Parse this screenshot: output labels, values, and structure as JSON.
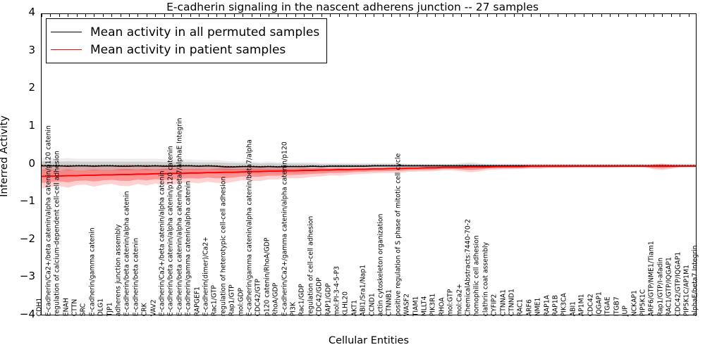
{
  "chart_data": {
    "type": "line",
    "title": "E-cadherin signaling in the nascent adherens junction -- 27 samples",
    "xlabel": "Cellular Entities",
    "ylabel": "Inferred Activity",
    "ylim": [
      -4,
      4
    ],
    "yticks": [
      "-4",
      "-3",
      "-2",
      "-1",
      "0",
      "1",
      "2",
      "3",
      "4"
    ],
    "grid": false,
    "legend_position": "upper left",
    "legend": [
      {
        "label": "Mean activity in all permuted samples",
        "color": "#000000"
      },
      {
        "label": "Mean activity in patient samples",
        "color": "#ff0000"
      }
    ],
    "categories": [
      "CDH1",
      "E-cadherin/Ca2+/beta catenin/alpha catenin/p120 catenin",
      "regulation of calcium-dependent cell-cell adhesion",
      "ENAH",
      "CTTN",
      "SRC",
      "E-cadherin/gamma catenin",
      "DLG1",
      "TJP1",
      "adherens junction assembly",
      "E-cadherin/beta catenin/alpha catenin",
      "E-cadherin/beta catenin",
      "CRK",
      "VAV2",
      "E-cadherin/Ca2+/beta catenin/alpha catenin",
      "E-cadherin/beta catenin/alpha catenin/p120 catenin",
      "E-cadherin/beta catenin/alpha catenin/beta7/alphaE Integrin",
      "E-cadherin/gamma catenin/alpha catenin",
      "RAPGEF1",
      "E-cadherin(dimer)/Ca2+",
      "Rac1/GTP",
      "regulation of heterotypic cell-cell adhesion",
      "Rap1/GTP",
      "mol:GDP",
      "E-cadherin/gamma catenin/alpha catenin/beta7/alpha",
      "CDC42/GTP",
      "p120 catenin/RhoA/GDP",
      "RhoA/GDP",
      "E-cadherin/Ca2+/gamma catenin/alpha catenin/p120",
      "PI3K",
      "Rac1/GDP",
      "regulation of cell-cell adhesion",
      "CDC42/GDP",
      "RAP1/GDP",
      "mol:PI-3-4-5-P3",
      "KLHL20",
      "AKT1",
      "ABI1/Sra1/Nap1",
      "CCND1",
      "actin cytoskeleton organization",
      "CTNNB1",
      "positive regulation of S phase of mitotic cell cycle",
      "WASF2",
      "TIAM1",
      "MLLT4",
      "PIK3R1",
      "RHOA",
      "mol:GTP",
      "mol:Ca2+",
      "ChemicalAbstracts:7440-70-2",
      "homophilic cell adhesion",
      "clathrin coat assembly",
      "CYFIP2",
      "CTNNA1",
      "CTNND1",
      "RAC1",
      "ARF6",
      "NME1",
      "RAP1A",
      "RAP1B",
      "PIK3CA",
      "ABI1",
      "AP1M1",
      "CDC42",
      "IQGAP1",
      "ITGAE",
      "ITGB7",
      "JUP",
      "NCKAP1",
      "PIP5K1C",
      "ARF6/GTP/NME1/Tiam1",
      "Rap1/GTP/I-afadin",
      "RAC1/GTP/IQGAP1",
      "CDC42/GTP/IQGAP1",
      "PIP5K1C/AP1M1",
      "alphaE/beta7 Integrin"
    ],
    "series": [
      {
        "name": "Mean activity in all permuted samples",
        "color": "#000000",
        "values": [
          -0.02,
          -0.02,
          -0.02,
          -0.03,
          -0.02,
          -0.02,
          -0.03,
          -0.02,
          -0.02,
          -0.03,
          -0.03,
          -0.02,
          -0.03,
          -0.02,
          -0.03,
          -0.03,
          -0.02,
          -0.02,
          -0.03,
          -0.02,
          -0.03,
          -0.05,
          -0.05,
          -0.04,
          -0.04,
          -0.05,
          -0.04,
          -0.05,
          -0.04,
          -0.04,
          -0.04,
          -0.03,
          -0.04,
          -0.03,
          -0.03,
          -0.03,
          -0.03,
          -0.03,
          -0.02,
          -0.02,
          -0.02,
          -0.02,
          -0.02,
          -0.02,
          -0.02,
          -0.02,
          -0.02,
          -0.02,
          -0.02,
          -0.02,
          -0.02,
          -0.02,
          -0.02,
          -0.02,
          -0.02,
          -0.02,
          -0.02,
          -0.02,
          -0.02,
          -0.02,
          -0.02,
          -0.02,
          -0.02,
          -0.02,
          -0.02,
          -0.02,
          -0.02,
          -0.02,
          -0.02,
          -0.02,
          -0.02,
          -0.02,
          -0.02,
          -0.02,
          -0.02,
          -0.02
        ],
        "band_lower": [
          -0.14,
          -0.14,
          -0.13,
          -0.14,
          -0.13,
          -0.13,
          -0.14,
          -0.13,
          -0.13,
          -0.14,
          -0.14,
          -0.13,
          -0.14,
          -0.13,
          -0.13,
          -0.13,
          -0.12,
          -0.12,
          -0.12,
          -0.11,
          -0.12,
          -0.14,
          -0.13,
          -0.12,
          -0.12,
          -0.13,
          -0.12,
          -0.12,
          -0.11,
          -0.11,
          -0.11,
          -0.1,
          -0.1,
          -0.09,
          -0.09,
          -0.09,
          -0.08,
          -0.08,
          -0.07,
          -0.07,
          -0.07,
          -0.07,
          -0.06,
          -0.06,
          -0.06,
          -0.06,
          -0.05,
          -0.05,
          -0.06,
          -0.07,
          -0.06,
          -0.05,
          -0.05,
          -0.05,
          -0.05,
          -0.05,
          -0.05,
          -0.05,
          -0.04,
          -0.04,
          -0.04,
          -0.04,
          -0.04,
          -0.04,
          -0.04,
          -0.04,
          -0.04,
          -0.04,
          -0.04,
          -0.04,
          -0.04,
          -0.04,
          -0.04,
          -0.04,
          -0.04,
          -0.04
        ],
        "band_upper": [
          0.1,
          0.1,
          0.09,
          0.1,
          0.09,
          0.09,
          0.09,
          0.09,
          0.09,
          0.09,
          0.09,
          0.09,
          0.09,
          0.09,
          0.08,
          0.08,
          0.08,
          0.08,
          0.07,
          0.07,
          0.07,
          0.06,
          0.05,
          0.05,
          0.05,
          0.04,
          0.05,
          0.04,
          0.04,
          0.04,
          0.04,
          0.04,
          0.03,
          0.03,
          0.03,
          0.03,
          0.03,
          0.03,
          0.03,
          0.03,
          0.03,
          0.03,
          0.02,
          0.02,
          0.02,
          0.02,
          0.02,
          0.02,
          0.03,
          0.04,
          0.03,
          0.02,
          0.02,
          0.02,
          0.02,
          0.02,
          0.02,
          0.02,
          0.02,
          0.02,
          0.02,
          0.02,
          0.02,
          0.02,
          0.02,
          0.02,
          0.02,
          0.02,
          0.02,
          0.02,
          0.02,
          0.02,
          0.02,
          0.02,
          0.02,
          0.02
        ]
      },
      {
        "name": "Mean activity in patient samples",
        "color": "#ff0000",
        "values": [
          -0.3,
          -0.29,
          -0.29,
          -0.28,
          -0.28,
          -0.27,
          -0.27,
          -0.26,
          -0.26,
          -0.25,
          -0.25,
          -0.24,
          -0.24,
          -0.23,
          -0.23,
          -0.22,
          -0.22,
          -0.21,
          -0.21,
          -0.2,
          -0.2,
          -0.19,
          -0.19,
          -0.18,
          -0.17,
          -0.17,
          -0.16,
          -0.16,
          -0.15,
          -0.15,
          -0.14,
          -0.14,
          -0.13,
          -0.13,
          -0.12,
          -0.12,
          -0.11,
          -0.11,
          -0.1,
          -0.1,
          -0.09,
          -0.09,
          -0.08,
          -0.08,
          -0.07,
          -0.07,
          -0.06,
          -0.06,
          -0.06,
          -0.05,
          -0.05,
          -0.05,
          -0.04,
          -0.04,
          -0.04,
          -0.04,
          -0.03,
          -0.03,
          -0.03,
          -0.03,
          -0.03,
          -0.03,
          -0.03,
          -0.03,
          -0.03,
          -0.03,
          -0.03,
          -0.03,
          -0.03,
          -0.03,
          -0.03,
          -0.03,
          -0.03,
          -0.03,
          -0.03,
          -0.03
        ],
        "band_lower": [
          -0.62,
          -0.58,
          -0.55,
          -0.6,
          -0.53,
          -0.52,
          -0.57,
          -0.52,
          -0.5,
          -0.55,
          -0.56,
          -0.5,
          -0.54,
          -0.49,
          -0.52,
          -0.52,
          -0.47,
          -0.46,
          -0.48,
          -0.44,
          -0.47,
          -0.48,
          -0.44,
          -0.4,
          -0.42,
          -0.42,
          -0.38,
          -0.38,
          -0.35,
          -0.35,
          -0.34,
          -0.31,
          -0.3,
          -0.27,
          -0.28,
          -0.26,
          -0.24,
          -0.23,
          -0.22,
          -0.21,
          -0.21,
          -0.2,
          -0.18,
          -0.17,
          -0.17,
          -0.16,
          -0.14,
          -0.14,
          -0.16,
          -0.19,
          -0.17,
          -0.13,
          -0.12,
          -0.11,
          -0.11,
          -0.1,
          -0.09,
          -0.09,
          -0.08,
          -0.08,
          -0.08,
          -0.07,
          -0.07,
          -0.07,
          -0.07,
          -0.07,
          -0.06,
          -0.06,
          -0.06,
          -0.06,
          -0.11,
          -0.13,
          -0.1,
          -0.06,
          -0.05,
          -0.05
        ],
        "band_upper": [
          0.02,
          0.01,
          -0.02,
          0.02,
          -0.02,
          -0.02,
          0.01,
          -0.02,
          -0.02,
          0.01,
          0.02,
          -0.02,
          0.02,
          -0.02,
          0.01,
          0.01,
          -0.01,
          -0.02,
          -0.01,
          -0.03,
          -0.01,
          -0.01,
          -0.03,
          -0.04,
          -0.03,
          -0.03,
          -0.05,
          -0.05,
          -0.06,
          -0.06,
          -0.05,
          -0.06,
          -0.06,
          -0.07,
          -0.06,
          -0.07,
          -0.07,
          -0.07,
          -0.07,
          -0.07,
          -0.06,
          -0.06,
          -0.06,
          -0.06,
          -0.05,
          -0.05,
          -0.05,
          -0.05,
          -0.04,
          -0.02,
          -0.03,
          -0.04,
          -0.04,
          -0.04,
          -0.03,
          -0.03,
          -0.03,
          -0.03,
          -0.03,
          -0.03,
          -0.03,
          -0.03,
          -0.03,
          -0.03,
          -0.03,
          -0.03,
          -0.03,
          -0.03,
          -0.03,
          -0.03,
          0.02,
          0.04,
          0.01,
          -0.02,
          -0.02,
          -0.02
        ]
      }
    ]
  }
}
